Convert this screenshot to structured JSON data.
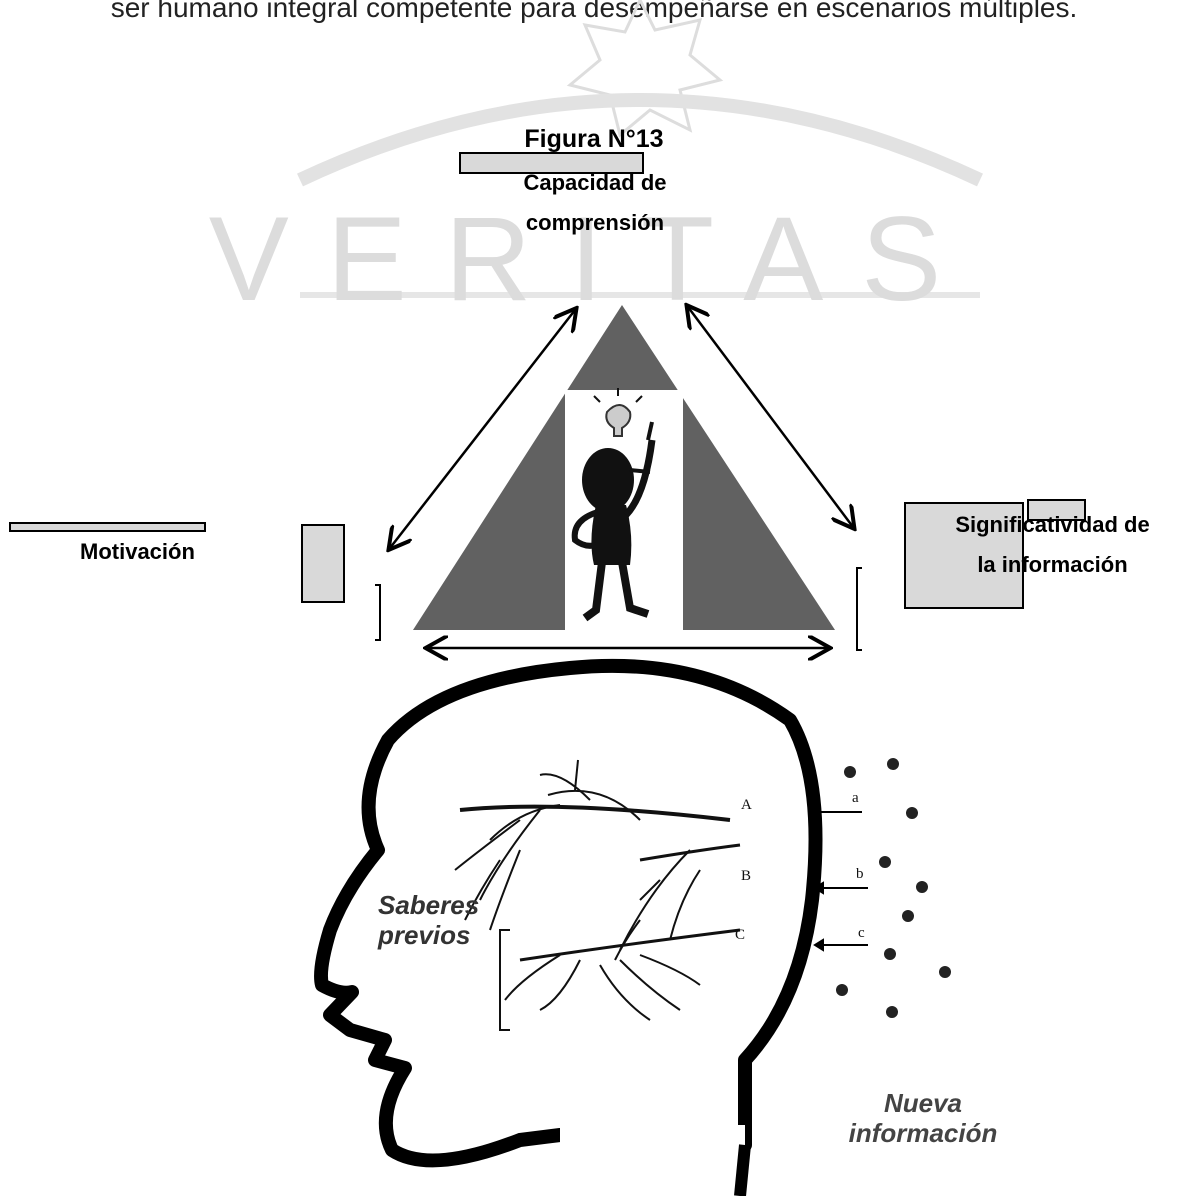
{
  "intro_text": "ser humano integral competente para desempeñarse en escenarios múltiples.",
  "watermark": "VERITAS",
  "figure_title": "Figura N°13",
  "labels": {
    "capacidad": "Capacidad de comprensión",
    "capacidad_line1": "Capacidad de",
    "capacidad_line2": "comprensión",
    "motivacion": "Motivación",
    "significatividad_line1": "Significatividad de",
    "significatividad_line2": "la información"
  },
  "head": {
    "saberes_line1": "Saberes",
    "saberes_line2": "previos",
    "nueva_line1": "Nueva",
    "nueva_line2": "información",
    "branch_labels": [
      "A",
      "B",
      "C"
    ],
    "arrow_labels": [
      "a",
      "b",
      "c"
    ]
  },
  "colors": {
    "triangle": "#616161",
    "box_fill": "#d9d9d9",
    "watermark": "#dcdcdc"
  }
}
